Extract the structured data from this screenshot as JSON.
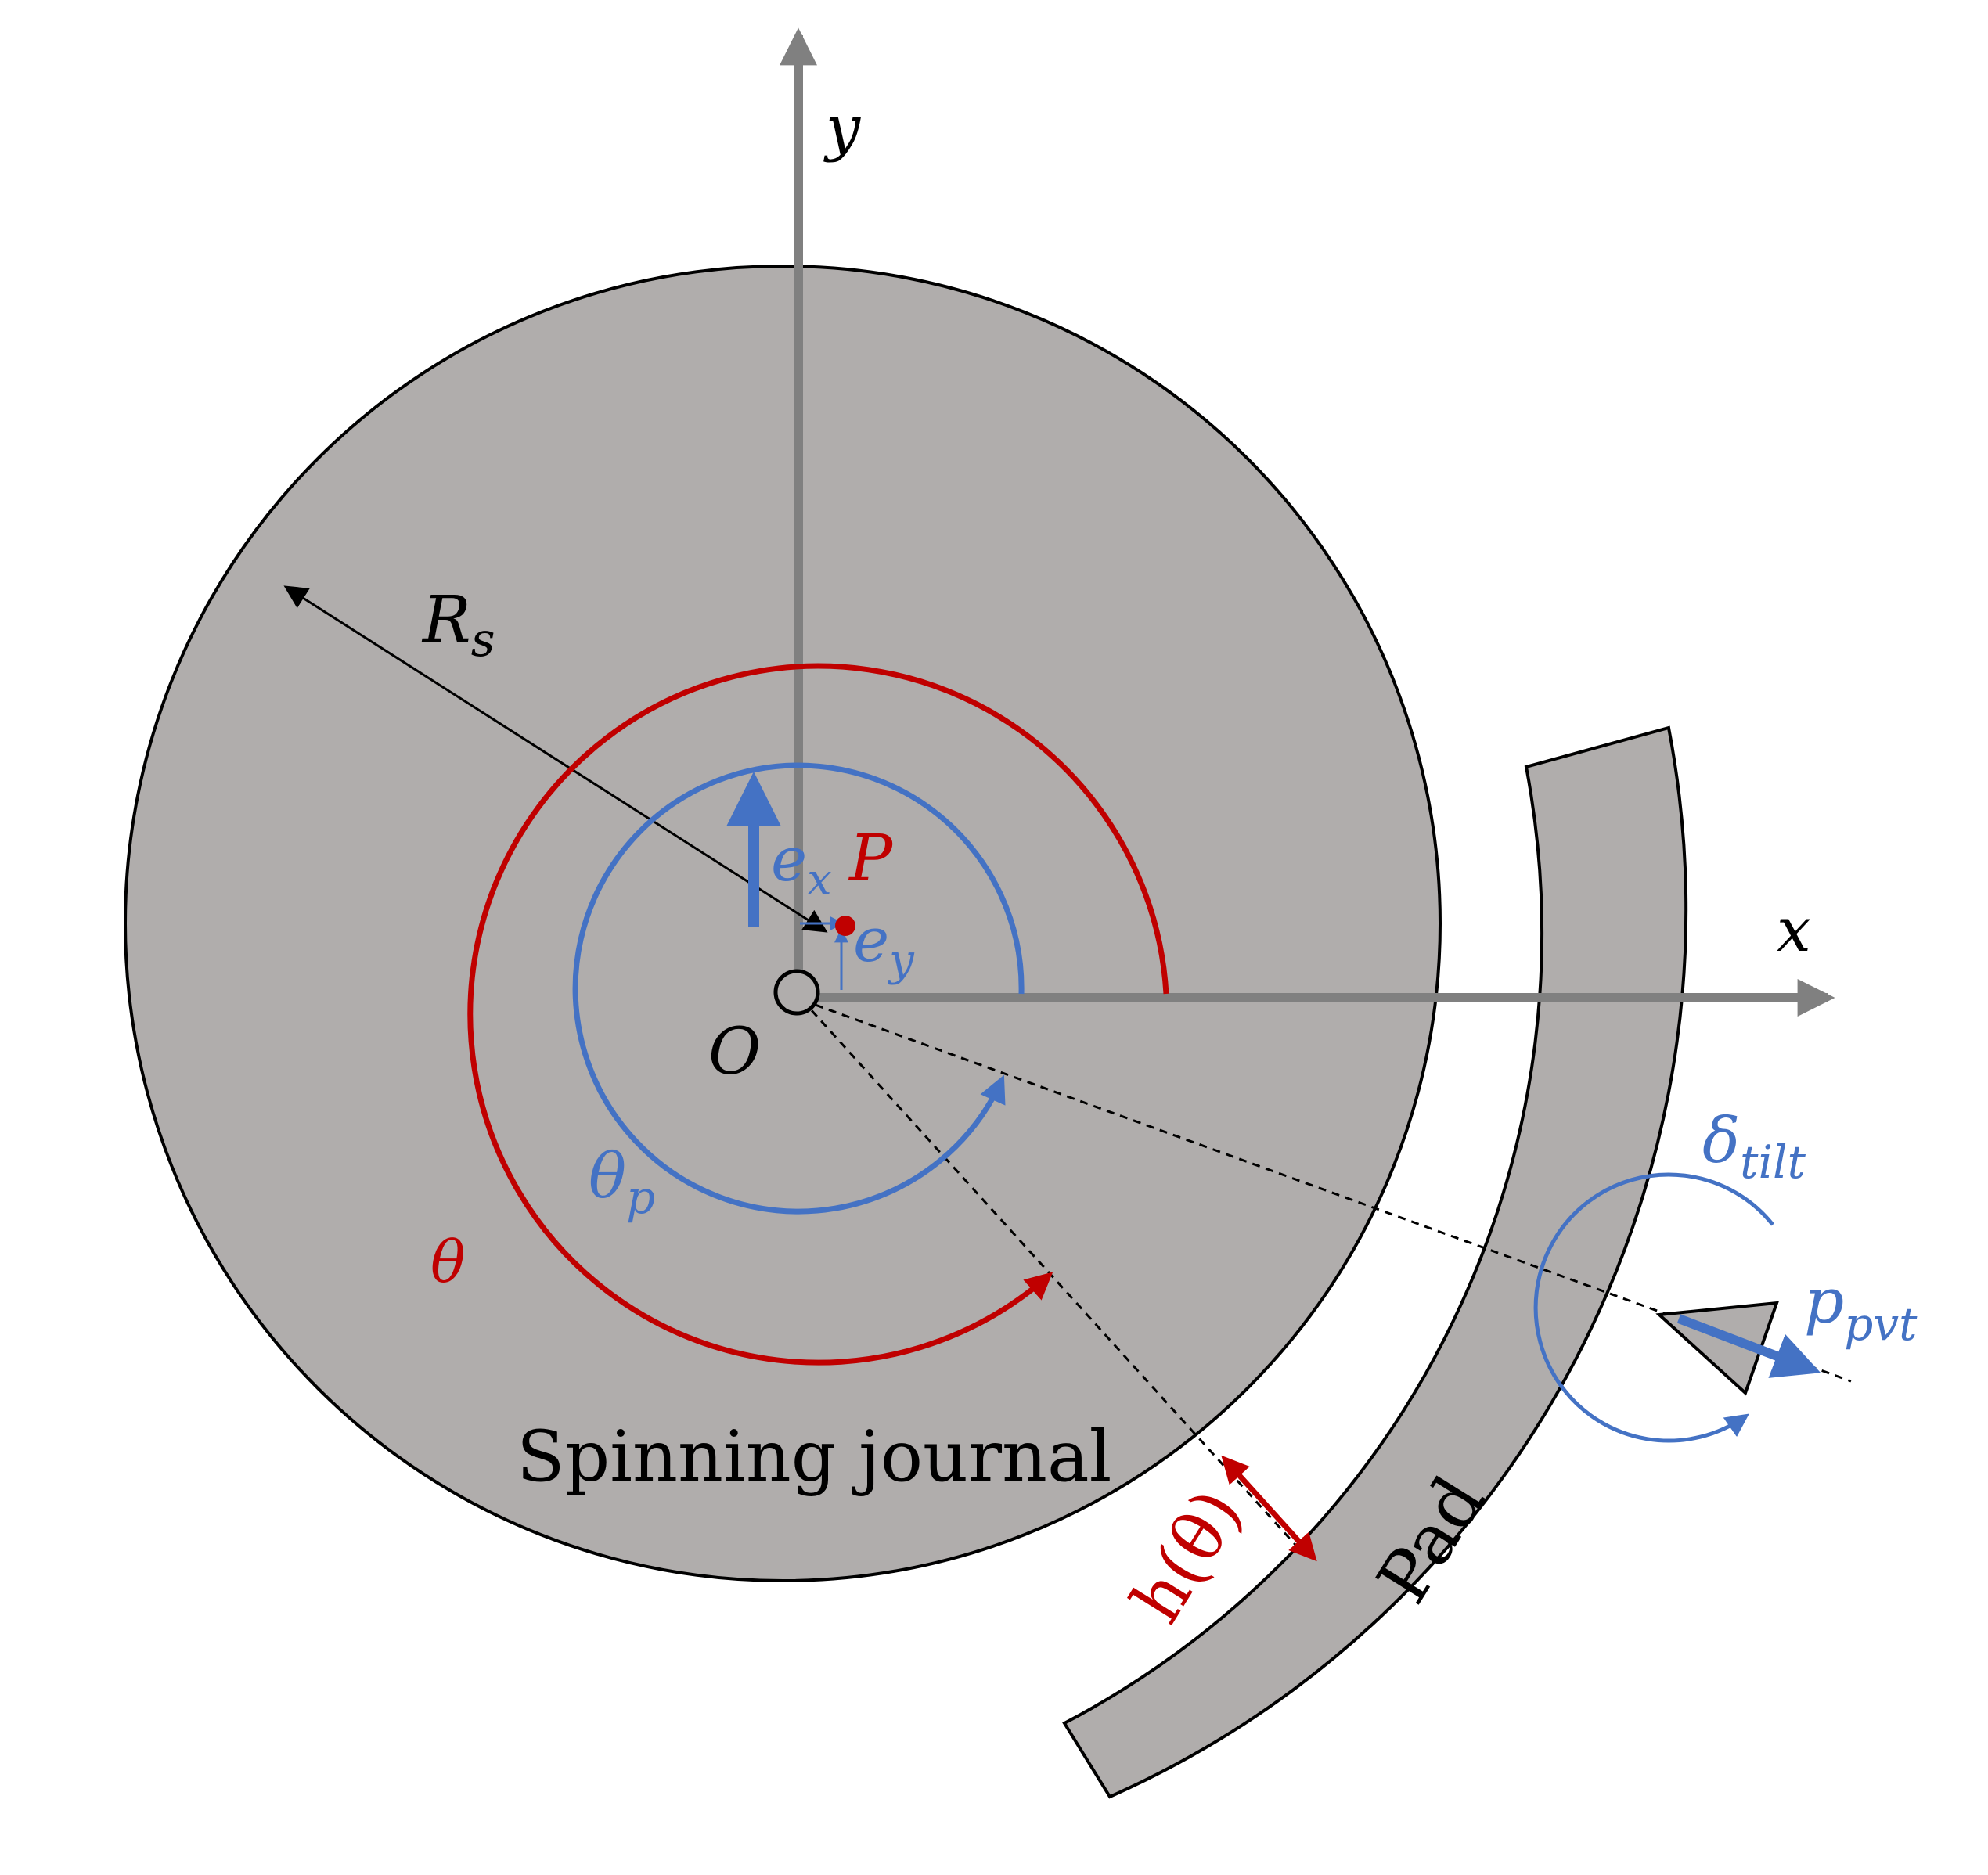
{
  "labels": {
    "y_axis": "y",
    "x_axis": "x",
    "radius": "R",
    "radius_sub": "s",
    "ex": "e",
    "ex_sub": "x",
    "ey": "e",
    "ey_sub": "y",
    "point_p": "P",
    "origin": "O",
    "theta_p": "θ",
    "theta_p_sub": "p",
    "theta": "θ",
    "journal": "Spinning journal",
    "film_thickness": "h(θ)",
    "pad": "Pad",
    "tilt": "δ",
    "tilt_sub": "tilt",
    "pivot_load": "p",
    "pivot_load_sub": "pvt"
  },
  "colors": {
    "journal_fill": "#b0adac",
    "axis": "#808080",
    "red": "#c00000",
    "blue": "#4472c4",
    "outline": "#000000"
  }
}
